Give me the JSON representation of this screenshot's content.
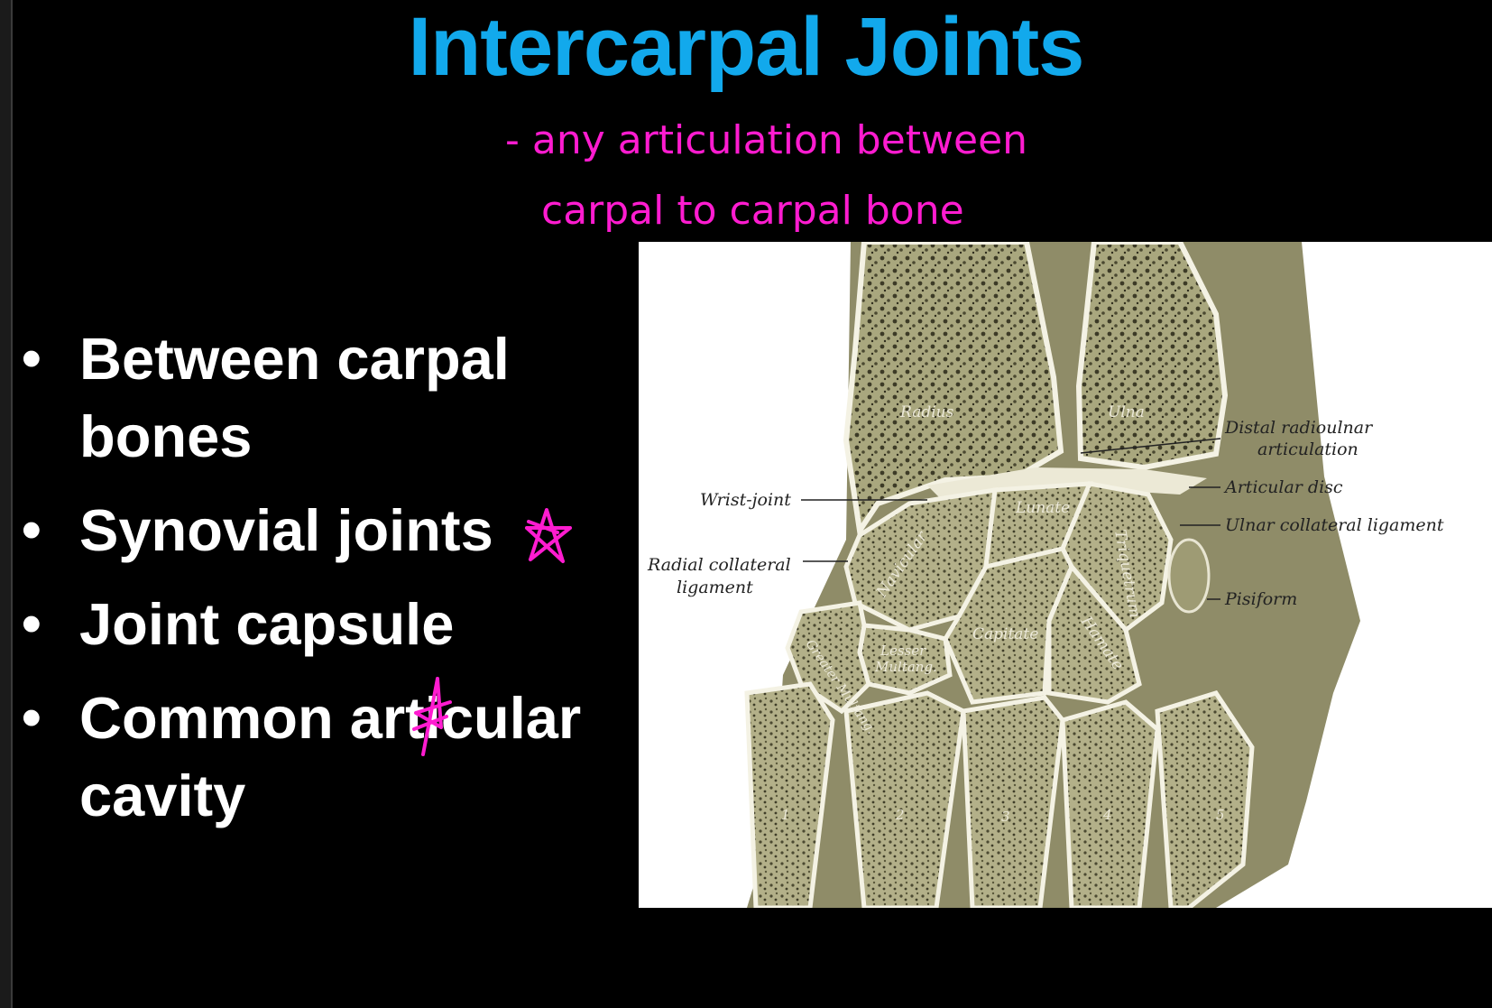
{
  "slide": {
    "title": "Intercarpal Joints",
    "handwritten_note": {
      "line1": "- any articulation between",
      "line2": "carpal to carpal bone",
      "color": "#ff1cd0"
    },
    "bullets": [
      {
        "text": "Between carpal bones"
      },
      {
        "text": "Synovial joints"
      },
      {
        "text": "Joint capsule"
      },
      {
        "text": "Common articular cavity"
      }
    ],
    "accent_color": "#12a9ec"
  },
  "figure": {
    "bone_labels": {
      "radius": "Radius",
      "ulna": "Ulna",
      "lunate": "Lunate",
      "navicular": "Navicular",
      "triquetrum": "Triquetrum",
      "capitate": "Capitate",
      "hamate": "Hamate",
      "greater_multang": "Greater Multang.",
      "lesser_multang_1": "Lesser",
      "lesser_multang_2": "Multang."
    },
    "callouts": {
      "wrist_joint": "Wrist-joint",
      "radial_collateral_1": "Radial collateral",
      "radial_collateral_2": "ligament",
      "distal_radioulnar_1": "Distal radioulnar",
      "distal_radioulnar_2": "articulation",
      "articular_disc": "Articular disc",
      "ulnar_collateral": "Ulnar collateral ligament",
      "pisiform": "Pisiform"
    },
    "metacarpal_numbers": [
      "1",
      "2",
      "3",
      "4",
      "5"
    ]
  }
}
